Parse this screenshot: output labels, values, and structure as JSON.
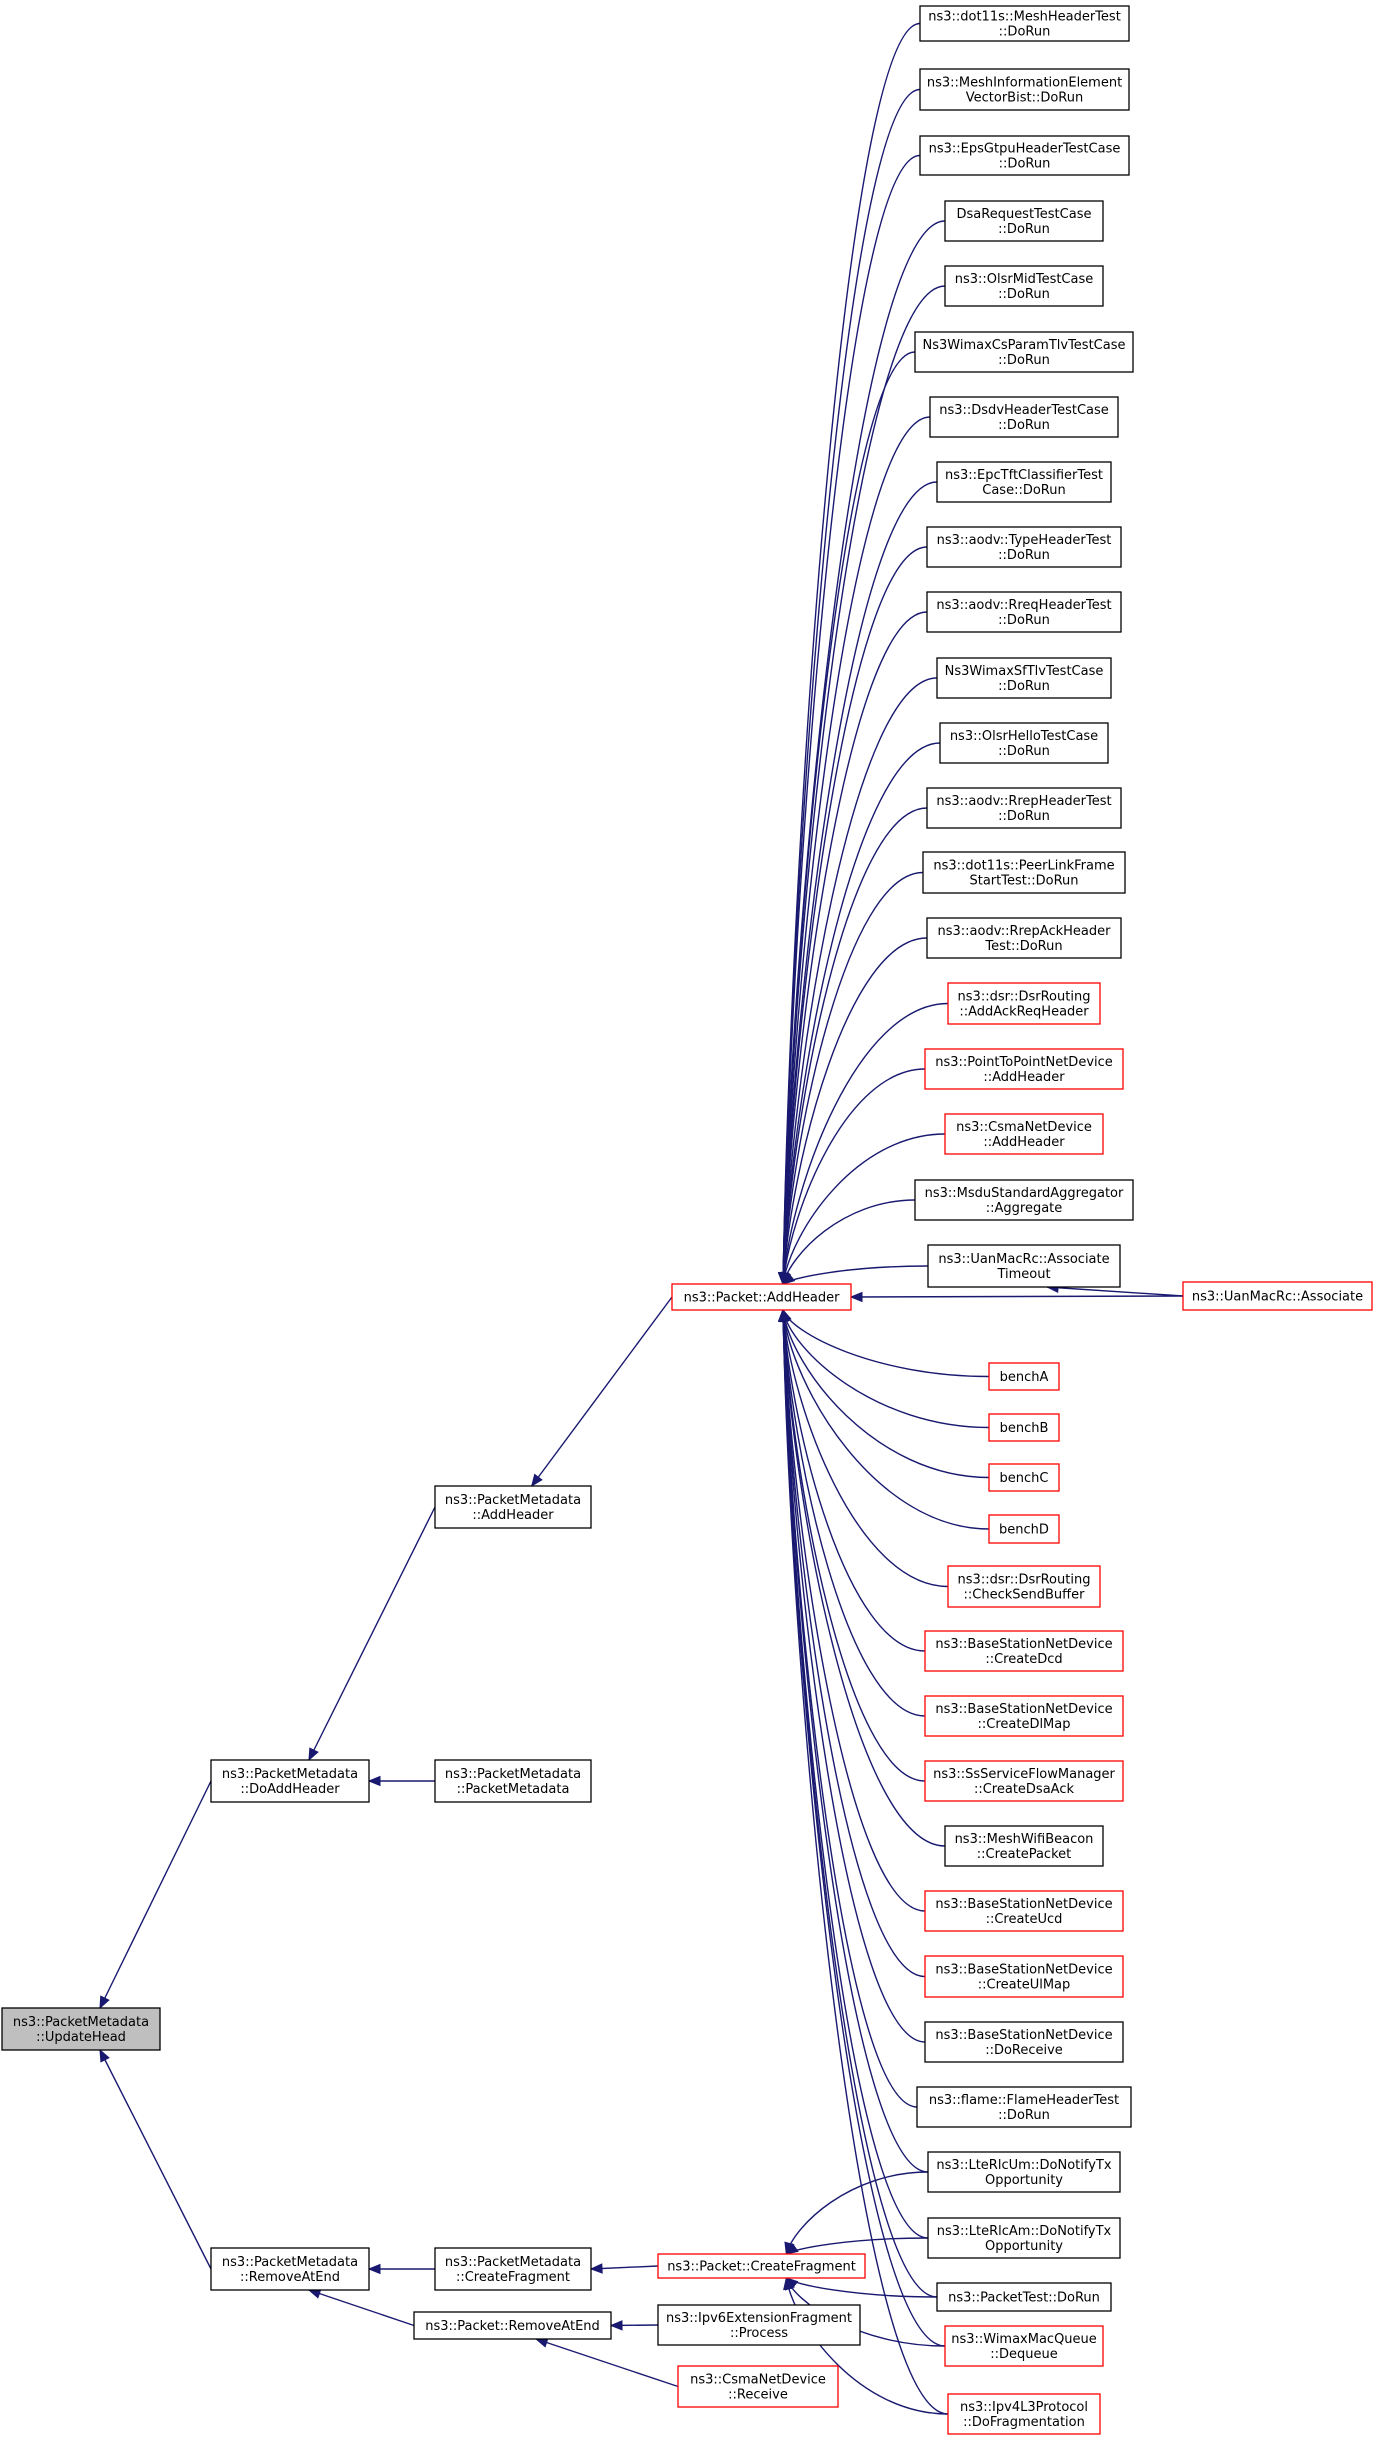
{
  "diagram": {
    "type": "doxygen-caller-graph",
    "nodes": [
      {
        "id": "n0",
        "lines": [
          "ns3::PacketMetadata",
          "::UpdateHead"
        ],
        "style": "current"
      },
      {
        "id": "n1",
        "lines": [
          "ns3::PacketMetadata",
          "::DoAddHeader"
        ],
        "style": "black"
      },
      {
        "id": "n2",
        "lines": [
          "ns3::PacketMetadata",
          "::AddHeader"
        ],
        "style": "black"
      },
      {
        "id": "n3",
        "lines": [
          "ns3::Packet::AddHeader"
        ],
        "style": "red"
      },
      {
        "id": "n4",
        "lines": [
          "ns3::dot11s::MeshHeaderTest",
          "::DoRun"
        ],
        "style": "black"
      },
      {
        "id": "n5",
        "lines": [
          "ns3::MeshInformationElement",
          "VectorBist::DoRun"
        ],
        "style": "black"
      },
      {
        "id": "n6",
        "lines": [
          "ns3::EpsGtpuHeaderTestCase",
          "::DoRun"
        ],
        "style": "black"
      },
      {
        "id": "n7",
        "lines": [
          "DsaRequestTestCase",
          "::DoRun"
        ],
        "style": "black"
      },
      {
        "id": "n8",
        "lines": [
          "ns3::OlsrMidTestCase",
          "::DoRun"
        ],
        "style": "black"
      },
      {
        "id": "n9",
        "lines": [
          "Ns3WimaxCsParamTlvTestCase",
          "::DoRun"
        ],
        "style": "black"
      },
      {
        "id": "n10",
        "lines": [
          "ns3::DsdvHeaderTestCase",
          "::DoRun"
        ],
        "style": "black"
      },
      {
        "id": "n11",
        "lines": [
          "ns3::EpcTftClassifierTest",
          "Case::DoRun"
        ],
        "style": "black"
      },
      {
        "id": "n12",
        "lines": [
          "ns3::aodv::TypeHeaderTest",
          "::DoRun"
        ],
        "style": "black"
      },
      {
        "id": "n13",
        "lines": [
          "ns3::aodv::RreqHeaderTest",
          "::DoRun"
        ],
        "style": "black"
      },
      {
        "id": "n14",
        "lines": [
          "Ns3WimaxSfTlvTestCase",
          "::DoRun"
        ],
        "style": "black"
      },
      {
        "id": "n15",
        "lines": [
          "ns3::OlsrHelloTestCase",
          "::DoRun"
        ],
        "style": "black"
      },
      {
        "id": "n16",
        "lines": [
          "ns3::aodv::RrepHeaderTest",
          "::DoRun"
        ],
        "style": "black"
      },
      {
        "id": "n17",
        "lines": [
          "ns3::dot11s::PeerLinkFrame",
          "StartTest::DoRun"
        ],
        "style": "black"
      },
      {
        "id": "n18",
        "lines": [
          "ns3::aodv::RrepAckHeader",
          "Test::DoRun"
        ],
        "style": "black"
      },
      {
        "id": "n19",
        "lines": [
          "ns3::dsr::DsrRouting",
          "::AddAckReqHeader"
        ],
        "style": "red"
      },
      {
        "id": "n20",
        "lines": [
          "ns3::PointToPointNetDevice",
          "::AddHeader"
        ],
        "style": "red"
      },
      {
        "id": "n21",
        "lines": [
          "ns3::CsmaNetDevice",
          "::AddHeader"
        ],
        "style": "red"
      },
      {
        "id": "n22",
        "lines": [
          "ns3::MsduStandardAggregator",
          "::Aggregate"
        ],
        "style": "black"
      },
      {
        "id": "n23",
        "lines": [
          "ns3::UanMacRc::Associate",
          "Timeout"
        ],
        "style": "black"
      },
      {
        "id": "n24",
        "lines": [
          "ns3::UanMacRc::Associate"
        ],
        "style": "red"
      },
      {
        "id": "n25",
        "lines": [
          "benchA"
        ],
        "style": "red"
      },
      {
        "id": "n26",
        "lines": [
          "benchB"
        ],
        "style": "red"
      },
      {
        "id": "n27",
        "lines": [
          "benchC"
        ],
        "style": "red"
      },
      {
        "id": "n28",
        "lines": [
          "benchD"
        ],
        "style": "red"
      },
      {
        "id": "n29",
        "lines": [
          "ns3::dsr::DsrRouting",
          "::CheckSendBuffer"
        ],
        "style": "red"
      },
      {
        "id": "n30",
        "lines": [
          "ns3::BaseStationNetDevice",
          "::CreateDcd"
        ],
        "style": "red"
      },
      {
        "id": "n31",
        "lines": [
          "ns3::BaseStationNetDevice",
          "::CreateDlMap"
        ],
        "style": "red"
      },
      {
        "id": "n32",
        "lines": [
          "ns3::SsServiceFlowManager",
          "::CreateDsaAck"
        ],
        "style": "red"
      },
      {
        "id": "n33",
        "lines": [
          "ns3::MeshWifiBeacon",
          "::CreatePacket"
        ],
        "style": "black"
      },
      {
        "id": "n34",
        "lines": [
          "ns3::BaseStationNetDevice",
          "::CreateUcd"
        ],
        "style": "red"
      },
      {
        "id": "n35",
        "lines": [
          "ns3::BaseStationNetDevice",
          "::CreateUlMap"
        ],
        "style": "red"
      },
      {
        "id": "n36",
        "lines": [
          "ns3::BaseStationNetDevice",
          "::DoReceive"
        ],
        "style": "black"
      },
      {
        "id": "n37",
        "lines": [
          "ns3::flame::FlameHeaderTest",
          "::DoRun"
        ],
        "style": "black"
      },
      {
        "id": "n38",
        "lines": [
          "ns3::LteRlcUm::DoNotifyTx",
          "Opportunity"
        ],
        "style": "black"
      },
      {
        "id": "n39",
        "lines": [
          "ns3::LteRlcAm::DoNotifyTx",
          "Opportunity"
        ],
        "style": "black"
      },
      {
        "id": "n40",
        "lines": [
          "ns3::PacketTest::DoRun"
        ],
        "style": "black"
      },
      {
        "id": "n41",
        "lines": [
          "ns3::WimaxMacQueue",
          "::Dequeue"
        ],
        "style": "red"
      },
      {
        "id": "n42",
        "lines": [
          "ns3::Ipv4L3Protocol",
          "::DoFragmentation"
        ],
        "style": "red"
      },
      {
        "id": "n43",
        "lines": [
          "ns3::PacketMetadata",
          "::PacketMetadata"
        ],
        "style": "black"
      },
      {
        "id": "n44",
        "lines": [
          "ns3::PacketMetadata",
          "::RemoveAtEnd"
        ],
        "style": "black"
      },
      {
        "id": "n45",
        "lines": [
          "ns3::PacketMetadata",
          "::CreateFragment"
        ],
        "style": "black"
      },
      {
        "id": "n46",
        "lines": [
          "ns3::Packet::CreateFragment"
        ],
        "style": "red"
      },
      {
        "id": "n47",
        "lines": [
          "ns3::Packet::RemoveAtEnd"
        ],
        "style": "black"
      },
      {
        "id": "n48",
        "lines": [
          "ns3::Ipv6ExtensionFragment",
          "::Process"
        ],
        "style": "black"
      },
      {
        "id": "n49",
        "lines": [
          "ns3::CsmaNetDevice",
          "::Receive"
        ],
        "style": "red"
      }
    ],
    "edges": [
      {
        "from": "n1",
        "to": "n0"
      },
      {
        "from": "n44",
        "to": "n0"
      },
      {
        "from": "n2",
        "to": "n1"
      },
      {
        "from": "n43",
        "to": "n1"
      },
      {
        "from": "n3",
        "to": "n2"
      },
      {
        "from": "n4",
        "to": "n3"
      },
      {
        "from": "n5",
        "to": "n3"
      },
      {
        "from": "n6",
        "to": "n3"
      },
      {
        "from": "n7",
        "to": "n3"
      },
      {
        "from": "n8",
        "to": "n3"
      },
      {
        "from": "n9",
        "to": "n3"
      },
      {
        "from": "n10",
        "to": "n3"
      },
      {
        "from": "n11",
        "to": "n3"
      },
      {
        "from": "n12",
        "to": "n3"
      },
      {
        "from": "n13",
        "to": "n3"
      },
      {
        "from": "n14",
        "to": "n3"
      },
      {
        "from": "n15",
        "to": "n3"
      },
      {
        "from": "n16",
        "to": "n3"
      },
      {
        "from": "n17",
        "to": "n3"
      },
      {
        "from": "n18",
        "to": "n3"
      },
      {
        "from": "n19",
        "to": "n3"
      },
      {
        "from": "n20",
        "to": "n3"
      },
      {
        "from": "n21",
        "to": "n3"
      },
      {
        "from": "n22",
        "to": "n3"
      },
      {
        "from": "n23",
        "to": "n3"
      },
      {
        "from": "n24",
        "to": "n3"
      },
      {
        "from": "n25",
        "to": "n3"
      },
      {
        "from": "n26",
        "to": "n3"
      },
      {
        "from": "n27",
        "to": "n3"
      },
      {
        "from": "n28",
        "to": "n3"
      },
      {
        "from": "n29",
        "to": "n3"
      },
      {
        "from": "n30",
        "to": "n3"
      },
      {
        "from": "n31",
        "to": "n3"
      },
      {
        "from": "n32",
        "to": "n3"
      },
      {
        "from": "n33",
        "to": "n3"
      },
      {
        "from": "n34",
        "to": "n3"
      },
      {
        "from": "n35",
        "to": "n3"
      },
      {
        "from": "n36",
        "to": "n3"
      },
      {
        "from": "n37",
        "to": "n3"
      },
      {
        "from": "n38",
        "to": "n3"
      },
      {
        "from": "n39",
        "to": "n3"
      },
      {
        "from": "n40",
        "to": "n3"
      },
      {
        "from": "n41",
        "to": "n3"
      },
      {
        "from": "n42",
        "to": "n3"
      },
      {
        "from": "n24",
        "to": "n23"
      },
      {
        "from": "n45",
        "to": "n44"
      },
      {
        "from": "n47",
        "to": "n44"
      },
      {
        "from": "n46",
        "to": "n45"
      },
      {
        "from": "n38",
        "to": "n46"
      },
      {
        "from": "n39",
        "to": "n46"
      },
      {
        "from": "n40",
        "to": "n46"
      },
      {
        "from": "n41",
        "to": "n46"
      },
      {
        "from": "n42",
        "to": "n46"
      },
      {
        "from": "n48",
        "to": "n47"
      },
      {
        "from": "n49",
        "to": "n47"
      }
    ]
  },
  "colors": {
    "edge": "#191970",
    "node_border": "#000000",
    "node_border_highlight": "#ff0000",
    "current_node_fill": "#bfbfbf",
    "background": "#ffffff"
  }
}
